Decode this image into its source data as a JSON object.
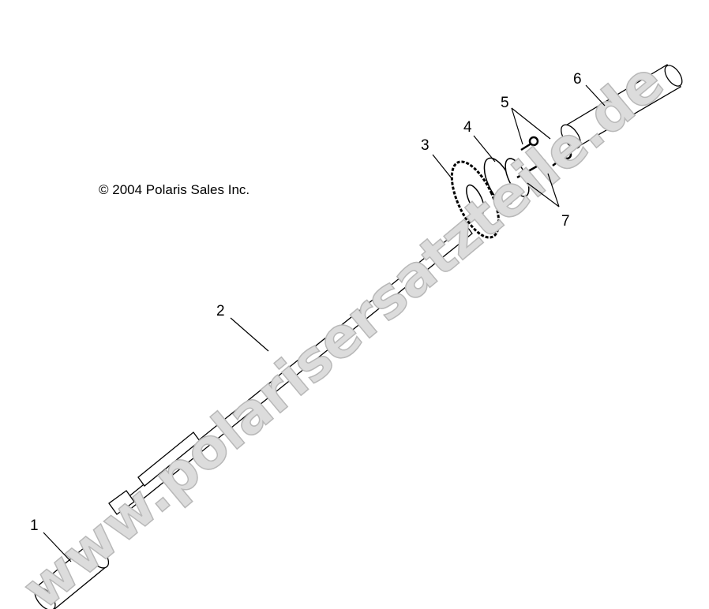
{
  "copyright": "© 2004 Polaris Sales Inc.",
  "watermark": "www.polarisersatzteile.de",
  "callouts": [
    "1",
    "2",
    "3",
    "4",
    "5",
    "6",
    "7"
  ],
  "colors": {
    "line": "#000000",
    "watermark_fill": "#dcdcdc",
    "watermark_stroke": "#b8b8b8"
  }
}
